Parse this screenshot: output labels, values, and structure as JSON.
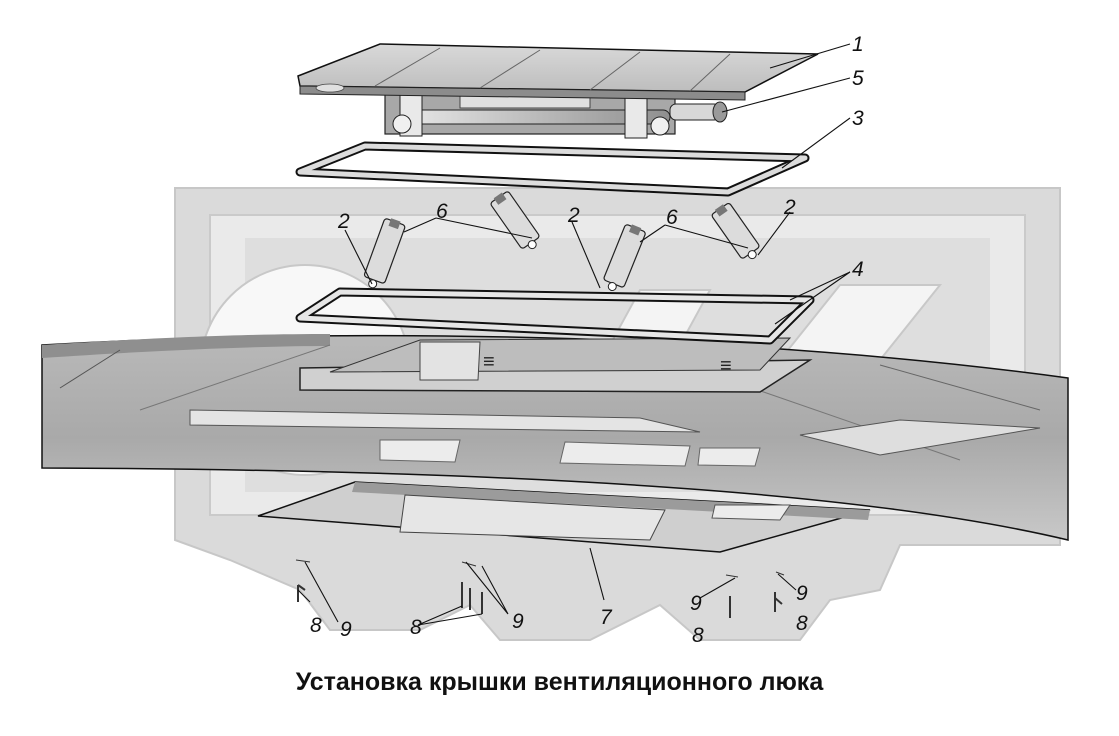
{
  "caption": "Установка крышки вентиляционного люка",
  "callouts": [
    "1",
    "5",
    "3",
    "2",
    "6",
    "2",
    "6",
    "2",
    "4",
    "7",
    "8",
    "9",
    "8",
    "9",
    "9",
    "8",
    "9",
    "8"
  ],
  "colors": {
    "line": "#111111",
    "part_fill": "#cfcfcf",
    "part_light": "#e4e4e4",
    "part_dark": "#9a9a9a",
    "watermark": "#b7b7b7"
  }
}
